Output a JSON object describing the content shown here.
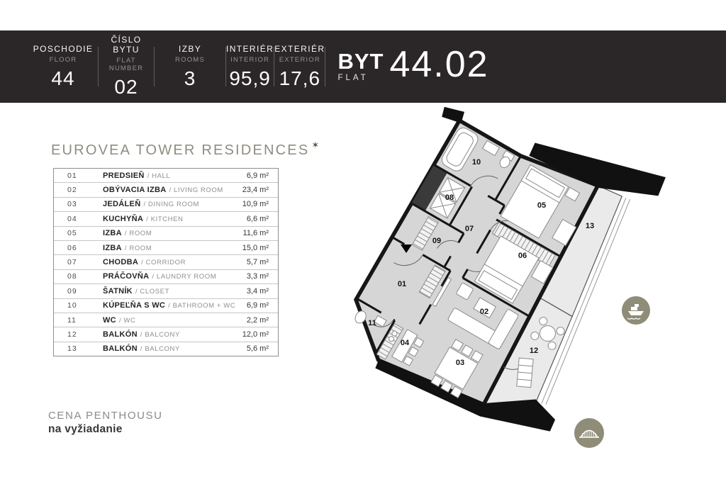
{
  "header": {
    "stats": [
      {
        "label": "POSCHODIE",
        "sublabel": "FLOOR",
        "value": "44"
      },
      {
        "label": "ČÍSLO BYTU",
        "sublabel": "FLAT NUMBER",
        "value": "02"
      },
      {
        "label": "IZBY",
        "sublabel": "ROOMS",
        "value": "3"
      },
      {
        "label": "INTERIÉR",
        "sublabel": "INTERIOR",
        "value": "95,9"
      },
      {
        "label": "EXTERIÉR",
        "sublabel": "EXTERIOR",
        "value": "17,6"
      }
    ],
    "flat": {
      "label": "BYT",
      "sublabel": "FLAT",
      "number": "44.02"
    }
  },
  "title": {
    "text": "EUROVEA TOWER RESIDENCES",
    "star": "✶"
  },
  "room_table": {
    "rows": [
      {
        "no": "01",
        "name": "PREDSIEŇ",
        "en": "/ HALL",
        "area": "6,9 m²"
      },
      {
        "no": "02",
        "name": "OBÝVACIA IZBA",
        "en": "/ LIVING ROOM",
        "area": "23,4 m²"
      },
      {
        "no": "03",
        "name": "JEDÁLEŇ",
        "en": "/ DINING ROOM",
        "area": "10,9 m²"
      },
      {
        "no": "04",
        "name": "KUCHYŇA",
        "en": "/ KITCHEN",
        "area": "6,6 m²"
      },
      {
        "no": "05",
        "name": "IZBA",
        "en": "/ ROOM",
        "area": "11,6 m²"
      },
      {
        "no": "06",
        "name": "IZBA",
        "en": "/ ROOM",
        "area": "15,0 m²"
      },
      {
        "no": "07",
        "name": "CHODBA",
        "en": "/ CORRIDOR",
        "area": "5,7 m²"
      },
      {
        "no": "08",
        "name": "PRÁČOVŇA",
        "en": "/ LAUNDRY ROOM",
        "area": "3,3 m²"
      },
      {
        "no": "09",
        "name": "ŠATNÍK",
        "en": "/ CLOSET",
        "area": "3,4 m²"
      },
      {
        "no": "10",
        "name": "KÚPEĽŇA S WC",
        "en": "/ BATHROOM + WC",
        "area": "6,9 m²"
      },
      {
        "no": "11",
        "name": "WC",
        "en": "/ WC",
        "area": "2,2 m²"
      },
      {
        "no": "12",
        "name": "BALKÓN",
        "en": "/ BALCONY",
        "area": "12,0 m²"
      },
      {
        "no": "13",
        "name": "BALKÓN",
        "en": "/ BALCONY",
        "area": "5,6 m²"
      }
    ]
  },
  "price": {
    "label": "CENA PENTHOUSU",
    "value": "na vyžiadanie"
  },
  "plan": {
    "labels": [
      "01",
      "02",
      "03",
      "04",
      "05",
      "06",
      "07",
      "08",
      "09",
      "10",
      "11",
      "12",
      "13"
    ]
  },
  "badges": {
    "top": "ship-icon",
    "bottom": "bridge-icon"
  },
  "colors": {
    "band": "#2b2729",
    "badge": "#8f8c77",
    "wall": "#161616",
    "room_fill": "#d6d6d6",
    "balcony_fill": "#eaeaea",
    "title": "#8f8d81"
  }
}
